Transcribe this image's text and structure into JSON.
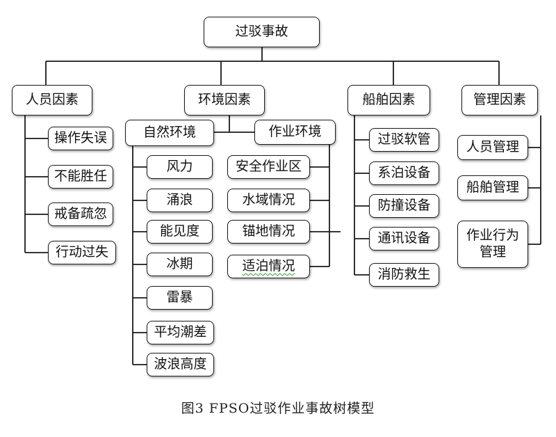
{
  "diagram": {
    "root": "过驳事故",
    "categories": [
      {
        "label": "人员因素",
        "items": [
          "操作失误",
          "不能胜任",
          "戒备疏忽",
          "行动过失"
        ]
      },
      {
        "label": "环境因素",
        "subgroups": [
          {
            "label": "自然环境",
            "items": [
              "风力",
              "涌浪",
              "能见度",
              "冰期",
              "雷暴",
              "平均潮差",
              "波浪高度"
            ]
          },
          {
            "label": "作业环境",
            "items": [
              "安全作业区",
              "水域情况",
              "锚地情况",
              "适泊情况"
            ]
          }
        ]
      },
      {
        "label": "船舶因素",
        "items": [
          "过驳软管",
          "系泊设备",
          "防撞设备",
          "通讯设备",
          "消防救生"
        ]
      },
      {
        "label": "管理因素",
        "items": [
          "人员管理",
          "船舶管理",
          "作业行为管理"
        ]
      }
    ]
  },
  "caption": "图3 FPSO过驳作业事故树模型"
}
